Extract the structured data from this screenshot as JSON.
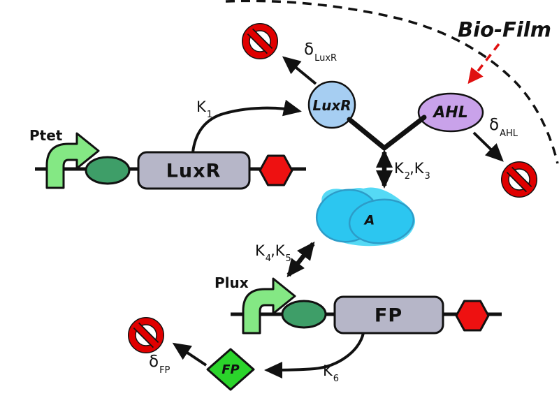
{
  "biofilm": {
    "label": "Bio-Film"
  },
  "cassettes": {
    "luxr": {
      "promoter": "Ptet",
      "gene": "LuxR"
    },
    "fp": {
      "promoter": "Plux",
      "gene": "FP"
    }
  },
  "species": {
    "luxr_protein": "LuxR",
    "ahl": "AHL",
    "complex_a": "A",
    "fp_protein": "FP"
  },
  "rates": {
    "k1": {
      "base": "K",
      "sub": "1"
    },
    "k2k3": {
      "base1": "K",
      "sub1": "2",
      "sep": ",",
      "base2": "K",
      "sub2": "3"
    },
    "k4k5": {
      "base1": "K",
      "sub1": "4",
      "sep": ",",
      "base2": "K",
      "sub2": "5"
    },
    "k6": {
      "base": "K",
      "sub": "6"
    },
    "delta_luxr": {
      "base": "δ",
      "sub": "LuxR"
    },
    "delta_ahl": {
      "base": "δ",
      "sub": "AHL"
    },
    "delta_fp": {
      "base": "δ",
      "sub": "FP"
    }
  },
  "colors": {
    "promoter_green": "#84e884",
    "rbs_green": "#3e9e68",
    "gene_gray": "#b6b6c8",
    "terminator_red": "#ee1111",
    "luxr_blue": "#a6cef2",
    "ahl_purple": "#c9a2ea",
    "complex_cyan": "#2cc6f0",
    "complex_cyan_light": "#55d9f5",
    "fp_green": "#2bd42b",
    "prohibition_red": "#e00000",
    "signal_arrow_red": "#e01010",
    "line_black": "#111111"
  }
}
